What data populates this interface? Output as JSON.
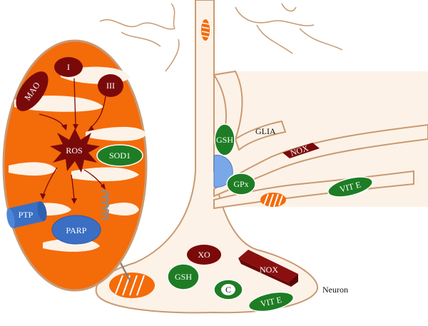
{
  "labels": {
    "glia": "GLIA",
    "neuron": "Neuron"
  },
  "mitochondrion": {
    "complex_i": "I",
    "complex_iii": "III",
    "mao": "MAO",
    "ros": "ROS",
    "sod1": "SOD1",
    "ptp": "PTP",
    "parp": "PARP"
  },
  "glia_cell": {
    "gsh": "GSH",
    "nox": "NOX",
    "gpx": "GPx",
    "vit_e": "VIT E"
  },
  "neuron_cell": {
    "xo": "XO",
    "nox": "NOX",
    "gsh": "GSH",
    "c": "C",
    "vit_e": "VIT E"
  },
  "colors": {
    "dark_red": "#7a0a0a",
    "green": "#1e7d24",
    "blue": "#3a6fc4",
    "orange": "#f46b0a",
    "membrane": "#c89a72",
    "arrow": "#9e9e9e"
  }
}
